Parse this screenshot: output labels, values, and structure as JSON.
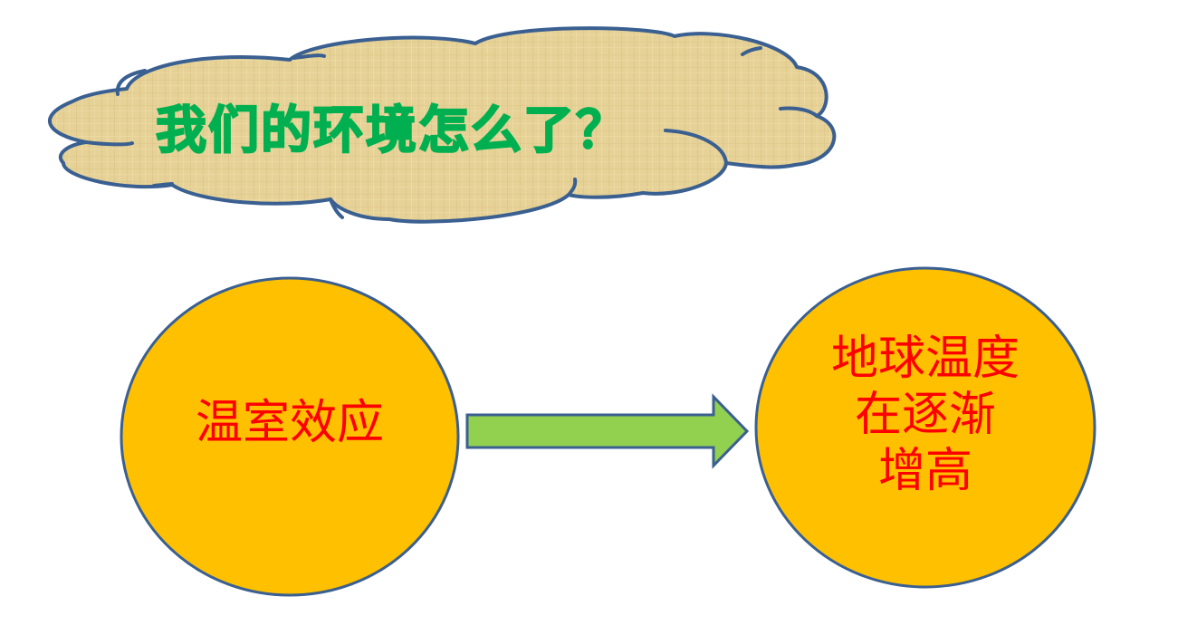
{
  "slide": {
    "title": "我们的环境怎么了？",
    "colors": {
      "background": "#ffffff",
      "cloud_fill": "#e6d196",
      "cloud_stroke": "#3a5f91",
      "title_text": "#00b050",
      "node_fill": "#ffc000",
      "node_stroke": "#3a5f91",
      "node_text": "#ff0000",
      "arrow_fill": "#92d050",
      "arrow_stroke": "#3a5f91"
    }
  },
  "diagram": {
    "cause": {
      "label": "温室效应"
    },
    "effect": {
      "lines": [
        "地球温度",
        "在逐渐",
        "增高"
      ]
    },
    "connector": "arrow-right"
  }
}
